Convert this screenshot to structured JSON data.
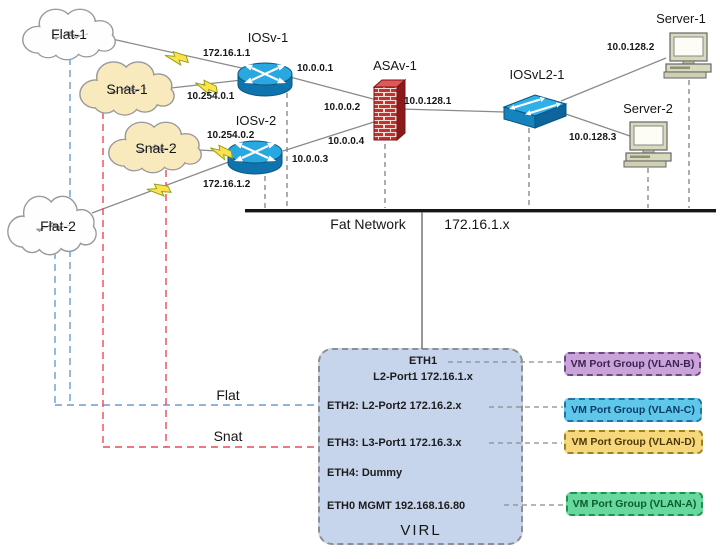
{
  "diagram_type": "network-topology",
  "clouds": [
    {
      "label": "Flat-1"
    },
    {
      "label": "Snat-1"
    },
    {
      "label": "Snat-2"
    },
    {
      "label": "Flat-2"
    }
  ],
  "devices": {
    "iosv1": "IOSv-1",
    "iosv2": "IOSv-2",
    "asav1": "ASAv-1",
    "iosvl2": "IOSvL2-1",
    "server1": "Server-1",
    "server2": "Server-2"
  },
  "ip_labels": {
    "flat1_to_iosv1": "172.16.1.1",
    "snat1_to_iosv1": "10.254.0.1",
    "snat2_to_iosv2": "10.254.0.2",
    "flat2_to_iosv2": "172.16.1.2",
    "iosv1_eth": "10.0.0.1",
    "iosv1_to_asav": "10.0.0.2",
    "iosv2_to_asav": "10.0.0.4",
    "iosv2_eth": "10.0.0.3",
    "asav_to_switch": "10.0.128.1",
    "server1_ip": "10.0.128.2",
    "server2_ip": "10.0.128.3"
  },
  "bus": {
    "name": "Fat Network",
    "subnet": "172.16.1.x"
  },
  "overlay_links": {
    "flat": "Flat",
    "snat": "Snat"
  },
  "virl_host": {
    "eth1": "ETH1",
    "eth1_port": "L2-Port1 172.16.1.x",
    "eth2": "ETH2: L2-Port2 172.16.2.x",
    "eth3": "ETH3: L3-Port1 172.16.3.x",
    "eth4": "ETH4: Dummy",
    "eth0": "ETH0 MGMT 192.168.16.80",
    "title": "VIRL"
  },
  "vm_port_groups": [
    {
      "label": "VM Port Group (VLAN-B)",
      "fill": "#c9a3da",
      "border": "#6a4a80",
      "text": "#3d2352"
    },
    {
      "label": "VM Port Group (VLAN-C)",
      "fill": "#5fc8ea",
      "border": "#23749f",
      "text": "#0b3a66"
    },
    {
      "label": "VM Port Group (VLAN-D)",
      "fill": "#f7d77c",
      "border": "#9a8426",
      "text": "#4a3a08"
    },
    {
      "label": "VM Port Group (VLAN-A)",
      "fill": "#67d99f",
      "border": "#22914f",
      "text": "#0b5c2e"
    }
  ],
  "colors": {
    "flat_link": "#6b9bd2",
    "snat_link": "#e84a56",
    "device_blue": "#29a7e0",
    "firewall_red": "#c53030",
    "virl_box_fill": "#c7d5ec",
    "bolt_yellow": "#ffe14d"
  }
}
